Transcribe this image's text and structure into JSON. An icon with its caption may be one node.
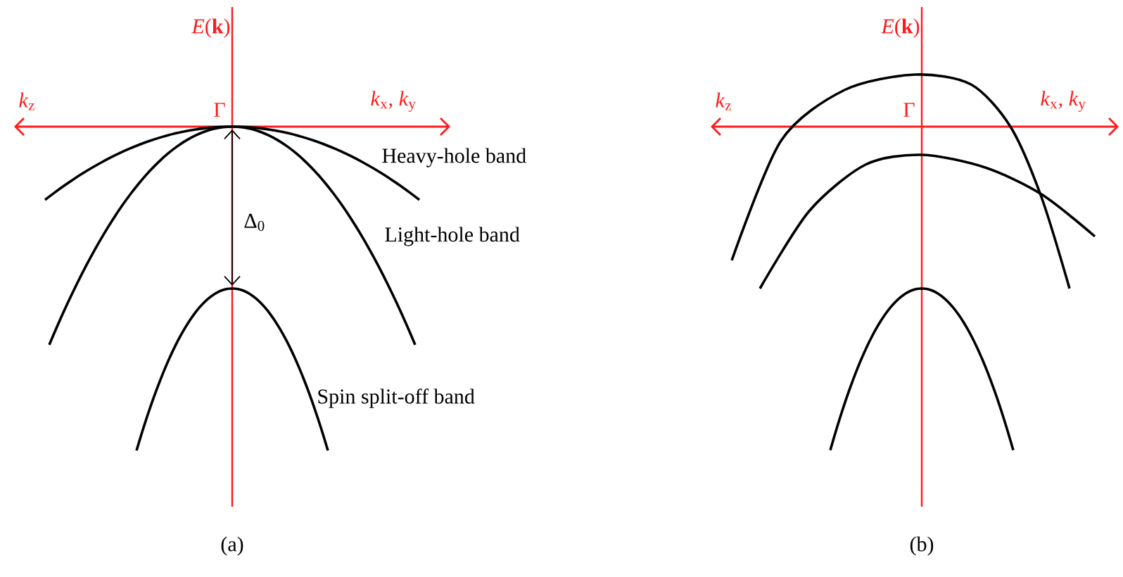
{
  "diagram": {
    "labels": [
      "*E*(**k**)",
      "*k*$_{z}$",
      "Γ",
      "*k*$_{x}$, *k*$_{y}$",
      "Heavy-hole band",
      "Light-hole band",
      "Δ$_{0}$",
      "Spin split-off band",
      "(a)",
      "*E*(**k**)",
      "*k*$_{z}$",
      "Γ",
      "*k*$_{x}$, *k*$_{y}$",
      "(b)"
    ]
  }
}
